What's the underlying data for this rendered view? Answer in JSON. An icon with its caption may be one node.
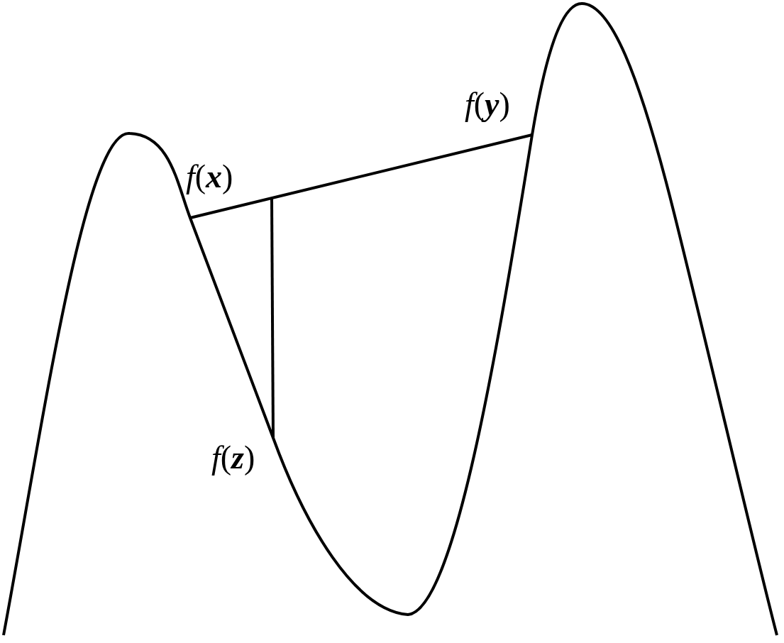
{
  "diagram": {
    "labels": [
      "*f*(**x**)",
      "*f*(**y**)",
      "*f*(**z**)"
    ]
  }
}
